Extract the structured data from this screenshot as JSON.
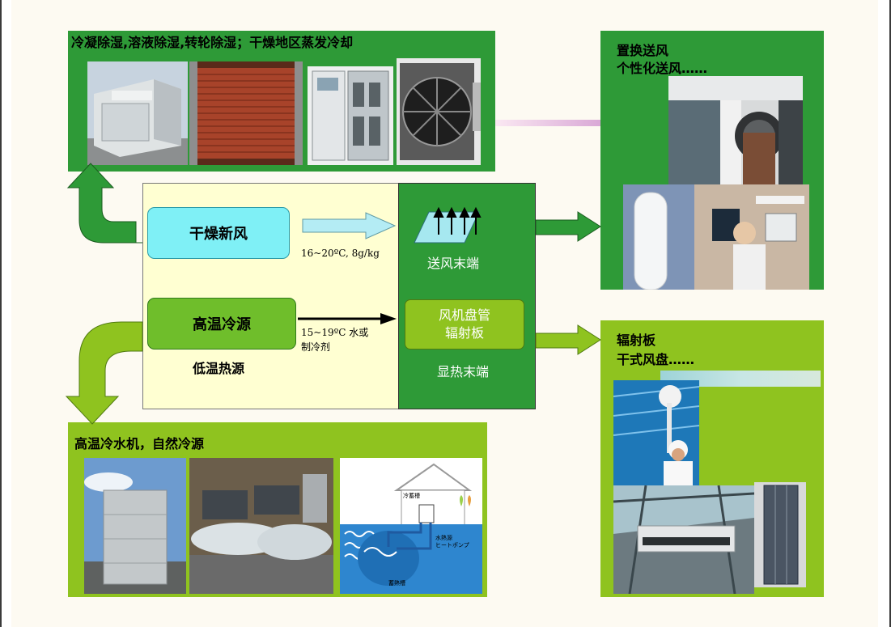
{
  "panels": {
    "top_left": {
      "title": "冷凝除湿,溶液除湿,转轮除湿；干燥地区蒸发冷却"
    },
    "top_right": {
      "line1": "置换送风",
      "line2": "个性化送风……"
    },
    "bottom_left": {
      "title": "高温冷水机，自然冷源"
    },
    "bottom_right": {
      "line1": "辐射板",
      "line2": "干式风盘……"
    }
  },
  "center": {
    "dry_air_label": "干燥新风",
    "dry_air_spec": "16~20ºC, 8g/kg",
    "supply_terminal_label": "送风末端",
    "high_temp_cold_label": "高温冷源",
    "low_temp_heat_label": "低温热源",
    "water_spec_line1": "15~19ºC  水或",
    "water_spec_line2": "制冷剂",
    "fcu_line1": "风机盘管",
    "fcu_line2": "辐射板",
    "sensible_terminal_label": "显热末端"
  },
  "diagram_labels": {
    "house_tank": "冷蓄槽",
    "pump": "水熱源",
    "pump2": "ヒートポンプ",
    "ground": "蓄熱槽"
  },
  "colors": {
    "dark_green": "#2e9a37",
    "lime_green": "#8fc31f",
    "cyan_box": "#7ff0f6",
    "center_bg": "#ffffd2"
  }
}
